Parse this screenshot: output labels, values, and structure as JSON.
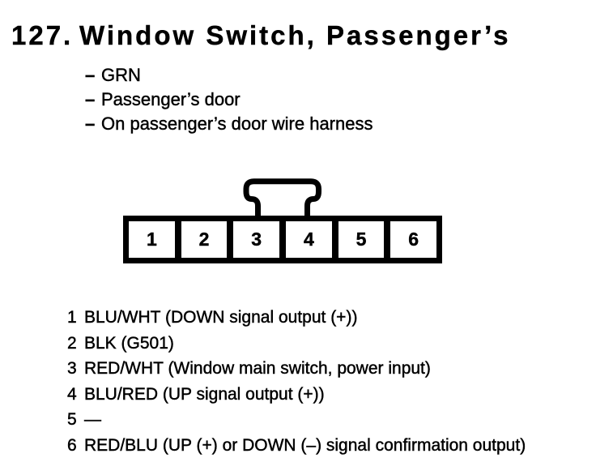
{
  "page": {
    "background": "#ffffff",
    "ink": "#000000"
  },
  "figure": {
    "number": "127.",
    "title": "Window Switch, Passenger’s"
  },
  "notes": {
    "bullet": "–",
    "items": [
      "GRN",
      "Passenger’s door",
      "On passenger’s door wire harness"
    ]
  },
  "connector": {
    "pins": [
      "1",
      "2",
      "3",
      "4",
      "5",
      "6"
    ]
  },
  "pin_list": {
    "rows": [
      {
        "num": "1",
        "desc": "BLU/WHT (DOWN signal output (+))"
      },
      {
        "num": "2",
        "desc": "BLK (G501)"
      },
      {
        "num": "3",
        "desc": "RED/WHT (Window main switch, power input)"
      },
      {
        "num": "4",
        "desc": "BLU/RED (UP signal output (+))"
      },
      {
        "num": "5",
        "desc": "—"
      },
      {
        "num": "6",
        "desc": "RED/BLU (UP (+) or DOWN (–) signal confirmation output)"
      }
    ]
  }
}
